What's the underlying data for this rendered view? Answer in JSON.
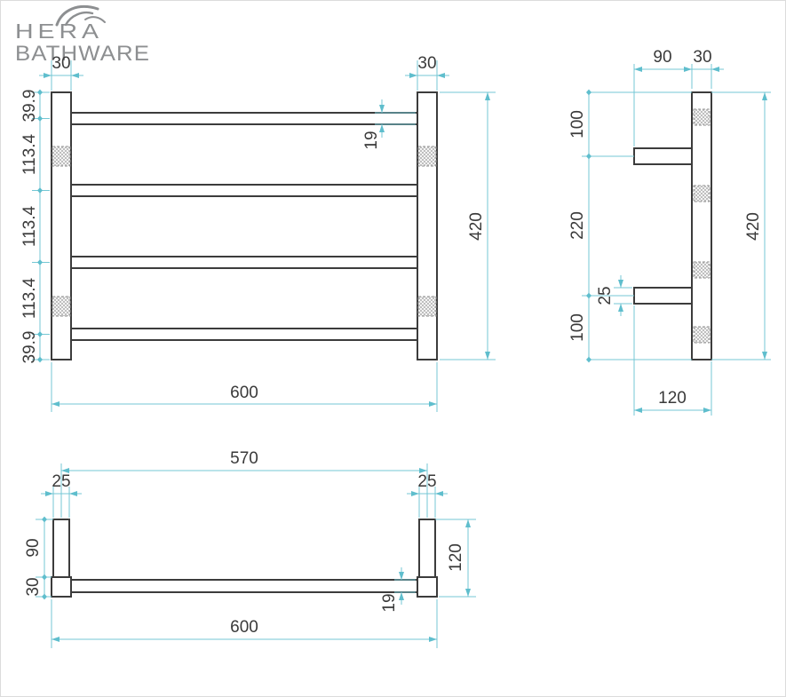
{
  "brand": {
    "name_line1": "HERA",
    "name_line2": "BATHWARE"
  },
  "front": {
    "post_width_left": "30",
    "post_width_right": "30",
    "left_chain": [
      "39.9",
      "113.4",
      "113.4",
      "113.4",
      "39.9"
    ],
    "rail_diameter": "19",
    "overall_width": "600",
    "overall_height": "420"
  },
  "side": {
    "arm_length": "90",
    "post_depth": "30",
    "left_chain": [
      "100",
      "220",
      "100"
    ],
    "arm_thickness": "25",
    "overall_height": "420",
    "overall_depth": "120"
  },
  "bottom": {
    "arm_spacing": "570",
    "arm_width_left": "25",
    "arm_width_right": "25",
    "arm_length": "90",
    "post_depth": "30",
    "overall_depth": "120",
    "rail_diameter": "19",
    "overall_width": "600"
  },
  "colors": {
    "dimension_line": "#74c7d4",
    "drawing_line": "#3c3c3c",
    "dimension_text": "#3a3a3a",
    "logo": "#8d8f91"
  }
}
